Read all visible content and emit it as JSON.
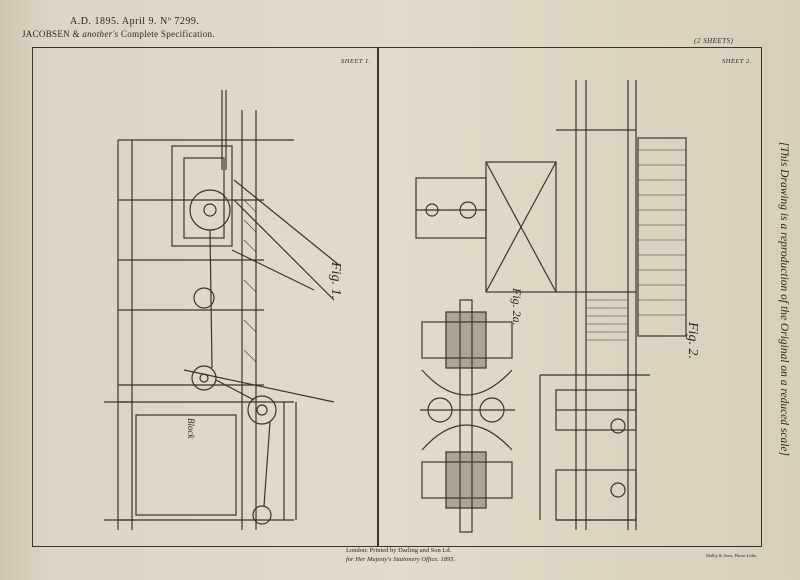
{
  "header": {
    "line1": "A.D. 1895. April 9. Nº 7299.",
    "line2_name": "JACOBSEN & ",
    "line2_italic": "another's",
    "line2_rest": " Complete Specification."
  },
  "sheets_note": "(2 SHEETS)",
  "sheet_labels": [
    "SHEET 1.",
    "SHEET 2."
  ],
  "figures": {
    "fig1": "Fig. 1.",
    "fig2": "Fig. 2.",
    "fig2a": "Fig. 2a.",
    "block_label": "Block"
  },
  "side_note": "[This Drawing is a reproduction of the Original on a reduced scale]",
  "footer": {
    "printer": "London: Printed by Darling and Son Ld.",
    "office": "for Her Majesty's Stationery Office. 1895.",
    "maker": "Malby & Sons, Photo-Litho."
  }
}
